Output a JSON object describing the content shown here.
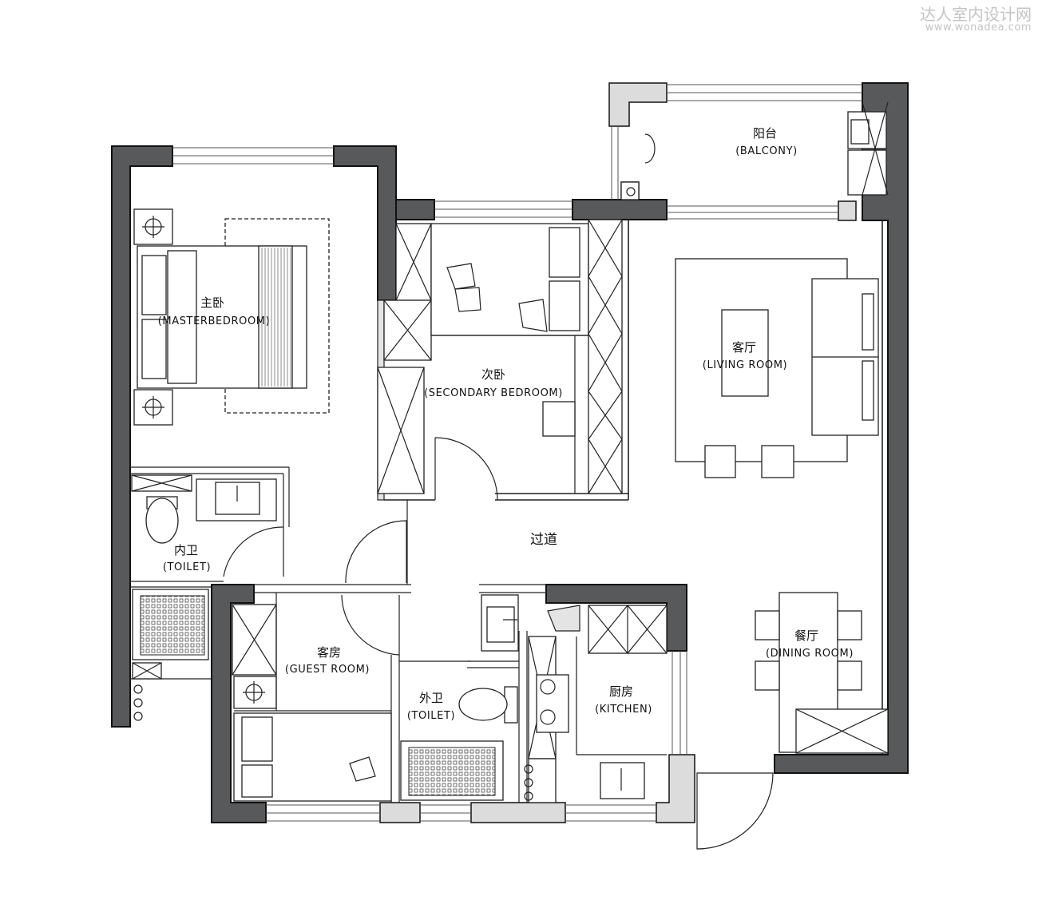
{
  "watermark": {
    "brand": "达人室内设计网",
    "url": "www.wonadea.com"
  },
  "rooms": {
    "master_bedroom": {
      "zh": "主卧",
      "en": "(MASTERBEDROOM)"
    },
    "secondary_bedroom": {
      "zh": "次卧",
      "en": "(SECONDARY BEDROOM)"
    },
    "balcony": {
      "zh": "阳台",
      "en": "(BALCONY)"
    },
    "living_room": {
      "zh": "客厅",
      "en": "(LIVING ROOM)"
    },
    "corridor": {
      "zh": "过道"
    },
    "inner_toilet": {
      "zh": "内卫",
      "en": "(TOILET)"
    },
    "guest_room": {
      "zh": "客房",
      "en": "(GUEST ROOM)"
    },
    "outer_toilet": {
      "zh": "外卫",
      "en": "(TOILET)"
    },
    "kitchen": {
      "zh": "厨房",
      "en": "(KITCHEN)"
    },
    "dining_room": {
      "zh": "餐厅",
      "en": "(DINING ROOM)"
    }
  },
  "colors": {
    "wall": "#58595b",
    "pier": "#dcdcdc",
    "line": "#222222"
  }
}
